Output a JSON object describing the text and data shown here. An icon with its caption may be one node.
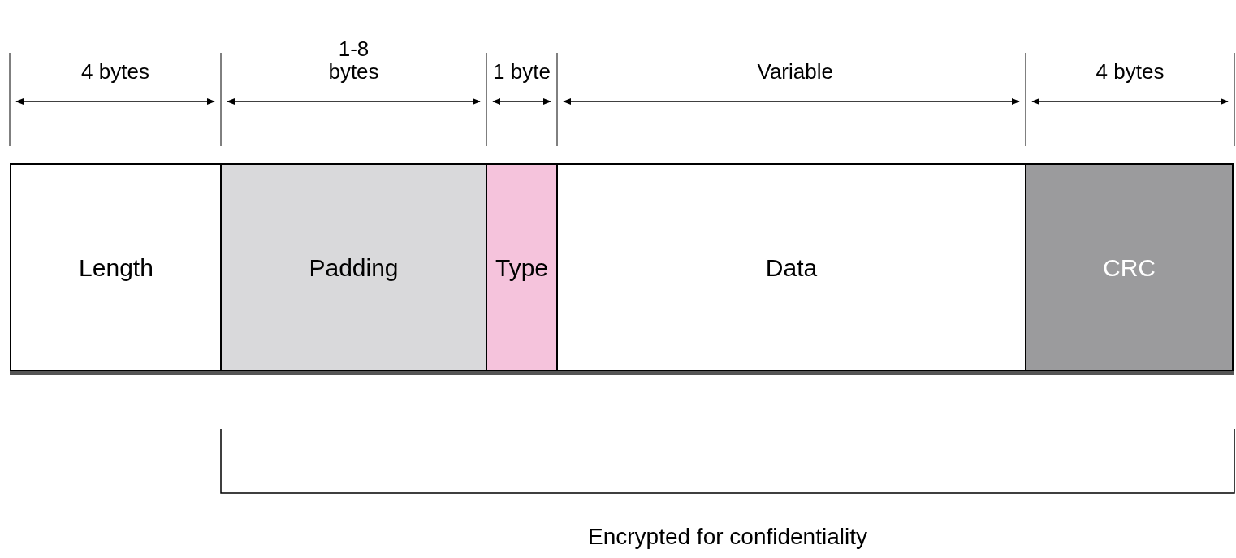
{
  "diagram": {
    "nodes": [
      {
        "text": [
          "Length"
        ]
      },
      {
        "text": [
          "Padding"
        ]
      },
      {
        "text": [
          "Type"
        ]
      },
      {
        "text": [
          "Data"
        ]
      },
      {
        "text": [
          "CRC"
        ]
      }
    ],
    "edges": [],
    "labels": [
      "4 bytes",
      "1-8 bytes",
      "1 byte",
      "Variable",
      "4 bytes",
      "Encrypted for confidentiality"
    ]
  }
}
